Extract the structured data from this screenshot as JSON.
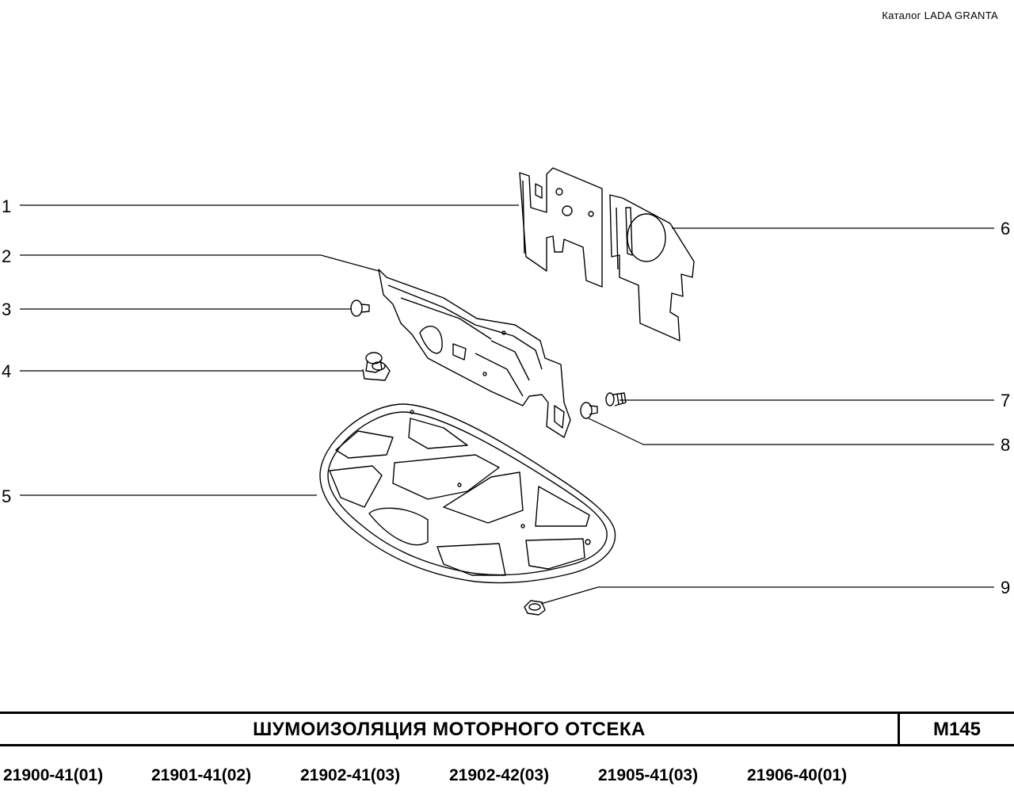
{
  "header": {
    "catalog_label": "Каталог  LADA  GRANTA"
  },
  "callouts": [
    "1",
    "2",
    "3",
    "4",
    "5",
    "6",
    "7",
    "8",
    "9"
  ],
  "title_bar": {
    "title": "ШУМОИЗОЛЯЦИЯ   МОТОРНОГО   ОТСЕКА",
    "page_code": "М145"
  },
  "models": [
    "21900-41(01)",
    "21901-41(02)",
    "21902-41(03)",
    "21902-42(03)",
    "21905-41(03)",
    "21906-40(01)"
  ]
}
